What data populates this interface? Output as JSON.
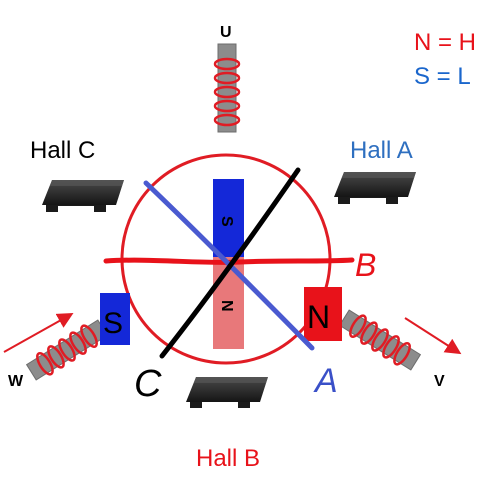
{
  "coils": {
    "u": {
      "label": "U"
    },
    "v": {
      "label": "V"
    },
    "w": {
      "label": "W"
    }
  },
  "legend": {
    "north": "N = H",
    "south": "S = L",
    "north_color": "#e8121a",
    "south_color": "#1a66cc"
  },
  "hall_sensors": {
    "a": {
      "label": "Hall A",
      "color": "#2e6fc0"
    },
    "b": {
      "label": "Hall B",
      "color": "#e8121a"
    },
    "c": {
      "label": "Hall C",
      "color": "#000000"
    }
  },
  "rotor": {
    "north_label": "N",
    "south_label": "S"
  },
  "stator_magnets": {
    "north_label": "N",
    "south_label": "S"
  },
  "handwritten_axes": {
    "a": {
      "label": "A",
      "color": "#3a50c8"
    },
    "b": {
      "label": "B",
      "color": "#e8121a"
    },
    "c": {
      "label": "C",
      "color": "#000000"
    }
  },
  "colors": {
    "circle": "#e01c24",
    "north_fill": "#e8121a",
    "south_fill": "#1428d8",
    "rotor_north": "#e8787a",
    "rotor_south": "#1428d8",
    "coil_core": "#8c8c8c",
    "coil_wire": "#e01c24",
    "chip": "#262626"
  }
}
